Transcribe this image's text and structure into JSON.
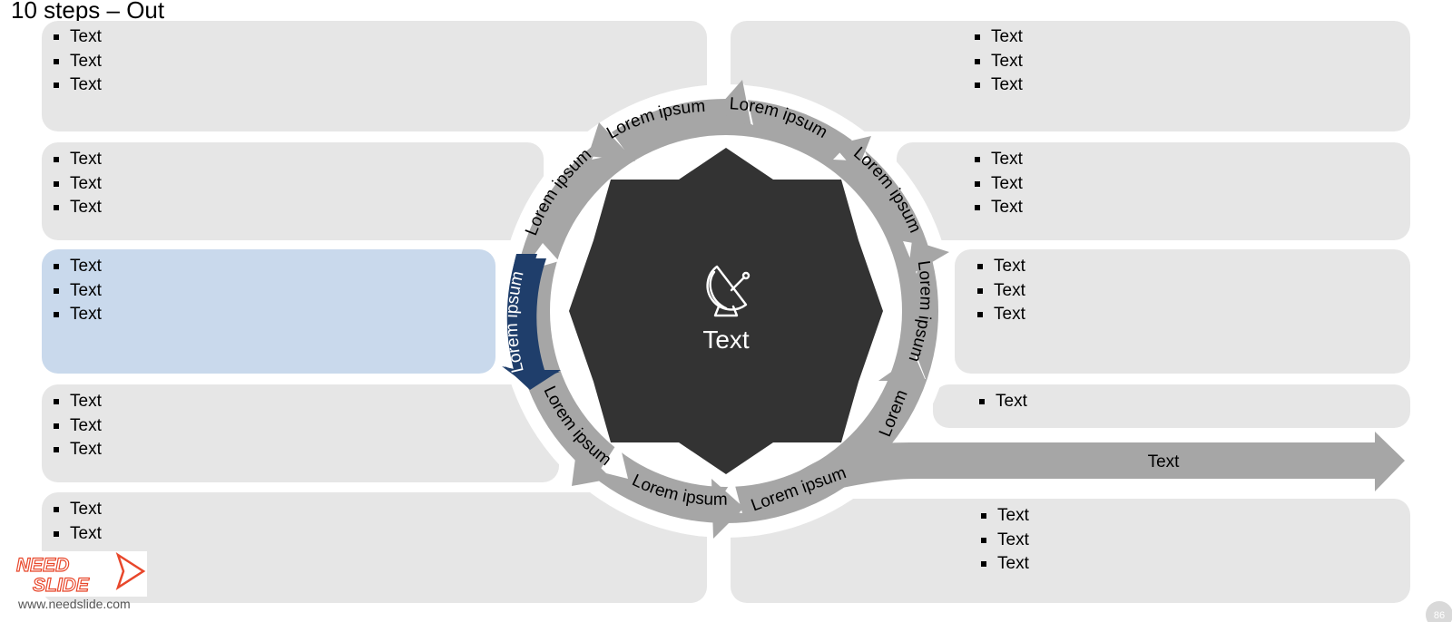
{
  "title": "10 steps – Out",
  "center": {
    "label": "Text",
    "icon": "satellite-dish-icon"
  },
  "panels": {
    "left_1": {
      "items": [
        "Text",
        "Text",
        "Text"
      ]
    },
    "left_2": {
      "items": [
        "Text",
        "Text",
        "Text"
      ]
    },
    "left_3": {
      "items": [
        "Text",
        "Text",
        "Text"
      ]
    },
    "left_4": {
      "items": [
        "Text",
        "Text",
        "Text"
      ]
    },
    "left_5": {
      "items": [
        "Text",
        "Text"
      ]
    },
    "right_1": {
      "items": [
        "Text",
        "Text",
        "Text"
      ]
    },
    "right_2": {
      "items": [
        "Text",
        "Text",
        "Text"
      ]
    },
    "right_3": {
      "items": [
        "Text",
        "Text",
        "Text"
      ]
    },
    "right_4": {
      "items": [
        "Text"
      ]
    },
    "right_5": {
      "items": [
        "Text",
        "Text",
        "Text"
      ]
    }
  },
  "ring_labels": {
    "left_top": "Lorem ipsum",
    "top_left": "Lorem ipsum",
    "top_right": "Lorem ipsum",
    "right_top": "Lorem ipsum",
    "right_mid": "Lorem ipsum",
    "right_low": "Lorem",
    "bottom_right": "Lorem ipsum",
    "bottom_mid": "Lorem ipsum",
    "bottom_left": "Lorem ipsum",
    "left_highlight": "Lorem ipsum"
  },
  "out_arrow": {
    "label": "Text"
  },
  "colors": {
    "ring": "#a6a6a6",
    "highlight_arrow": "#1f3e6b",
    "center": "#333333",
    "panel": "#e6e6e6",
    "highlight_panel": "#c9d9ec"
  },
  "logo": {
    "line1": "NEED",
    "line2": "SLIDE",
    "url": "www.needslide.com"
  },
  "page_number": "86"
}
